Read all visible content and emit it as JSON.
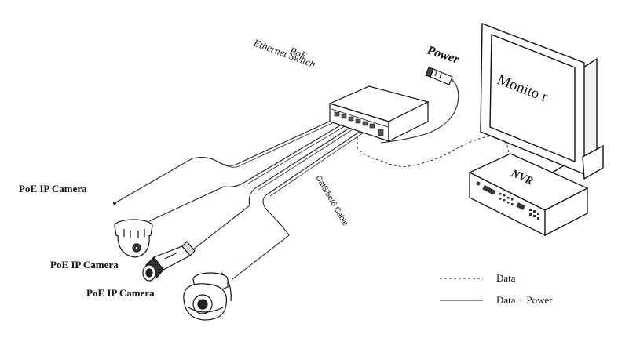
{
  "labels": {
    "switch_line1": "PoE",
    "switch_line2": "Ethernet  Switch",
    "power": "Power",
    "monitor": "Monito r",
    "nvr": "NVR",
    "cable": "Cat5/5e/6 Cable",
    "camera_1": "PoE IP Camera",
    "camera_2": "PoE IP Camera",
    "camera_3": "PoE IP Camera"
  },
  "legend": {
    "data": "Data",
    "data_power": "Data + Power"
  }
}
